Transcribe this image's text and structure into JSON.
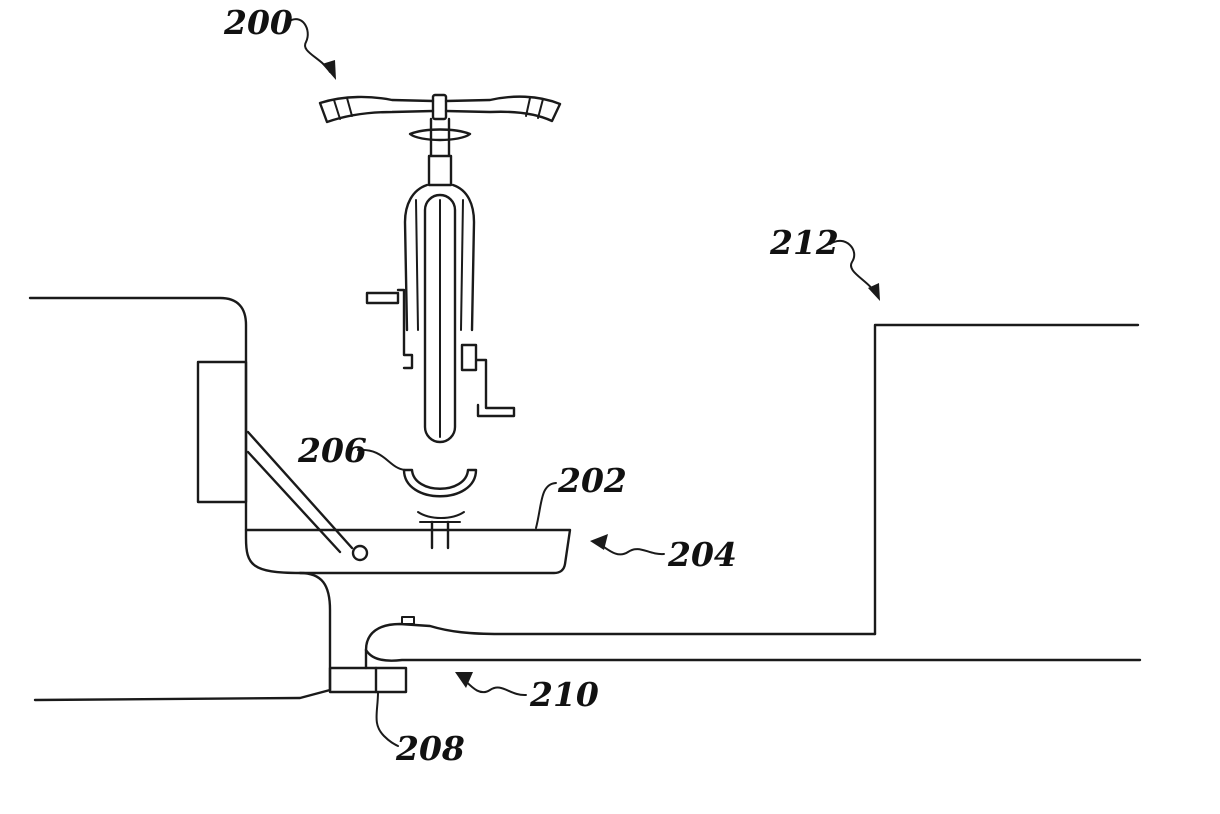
{
  "figure": {
    "labels": {
      "bicycle": "200",
      "platform": "202",
      "carrier": "204",
      "wheel_cradle": "206",
      "hitch_receiver": "208",
      "hitch_mount": "210",
      "trailer_body": "212"
    }
  }
}
